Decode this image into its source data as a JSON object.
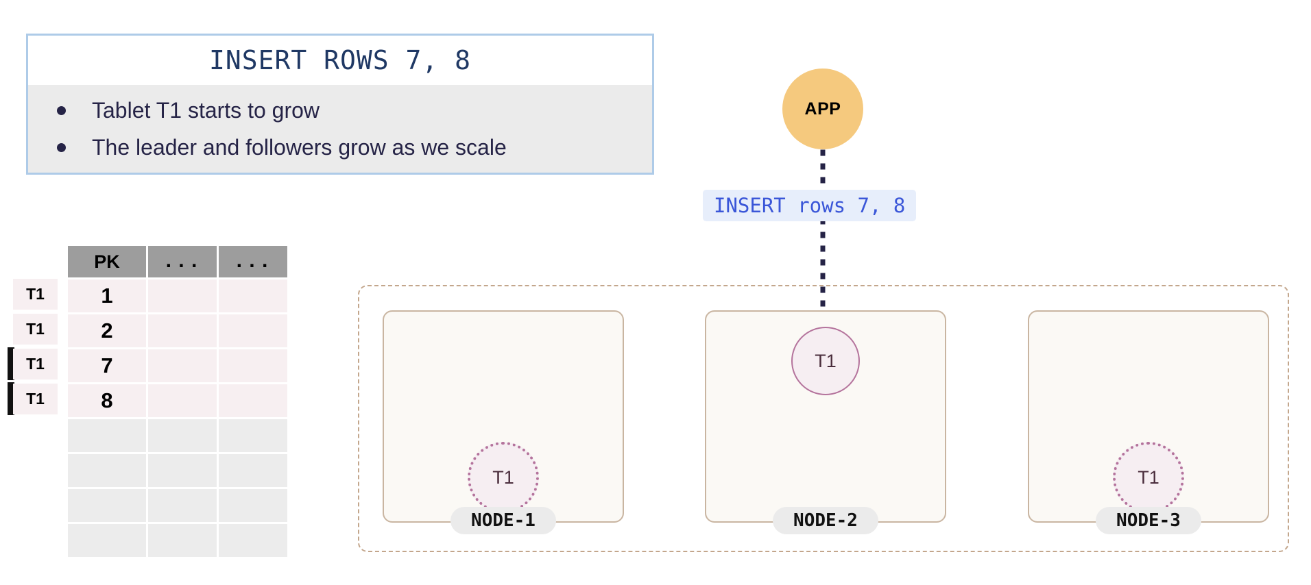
{
  "callout": {
    "title": "INSERT ROWS 7, 8",
    "bullets": [
      "Tablet T1 starts to grow",
      "The leader and followers grow as we scale"
    ],
    "border_color": "#aecbe8",
    "body_bg": "#ebebeb",
    "title_color": "#1f3864"
  },
  "table": {
    "columns": [
      "PK",
      "...",
      "..."
    ],
    "rows": [
      {
        "tablet": "T1",
        "pk": "1",
        "c2": "",
        "c3": "",
        "highlighted": false
      },
      {
        "tablet": "T1",
        "pk": "2",
        "c2": "",
        "c3": "",
        "highlighted": false
      },
      {
        "tablet": "T1",
        "pk": "7",
        "c2": "",
        "c3": "",
        "highlighted": true
      },
      {
        "tablet": "T1",
        "pk": "8",
        "c2": "",
        "c3": "",
        "highlighted": true
      }
    ],
    "empty_row_count": 4,
    "header_bg": "#9d9d9d",
    "filled_row_bg": "#f7eff1",
    "empty_row_bg": "#ececec",
    "highlight_bar_color": "#111111"
  },
  "app": {
    "label": "APP",
    "color": "#f5c97e"
  },
  "arrow": {
    "label": "INSERT rows 7, 8",
    "label_bg": "#e7eefb",
    "label_color": "#3a56d8",
    "line_color": "#252346",
    "style": "dotted"
  },
  "cluster": {
    "border_color": "#c3a68c",
    "nodes": [
      {
        "name": "NODE-1",
        "tablet": {
          "label": "T1",
          "role": "follower",
          "border_style": "dotted"
        }
      },
      {
        "name": "NODE-2",
        "tablet": {
          "label": "T1",
          "role": "leader",
          "border_style": "solid"
        }
      },
      {
        "name": "NODE-3",
        "tablet": {
          "label": "T1",
          "role": "follower",
          "border_style": "dotted"
        }
      }
    ],
    "node_bg": "#fbf9f5",
    "node_border": "#c9b5a1",
    "tablet_bg": "#f6eef2",
    "tablet_border": "#b4739c"
  }
}
